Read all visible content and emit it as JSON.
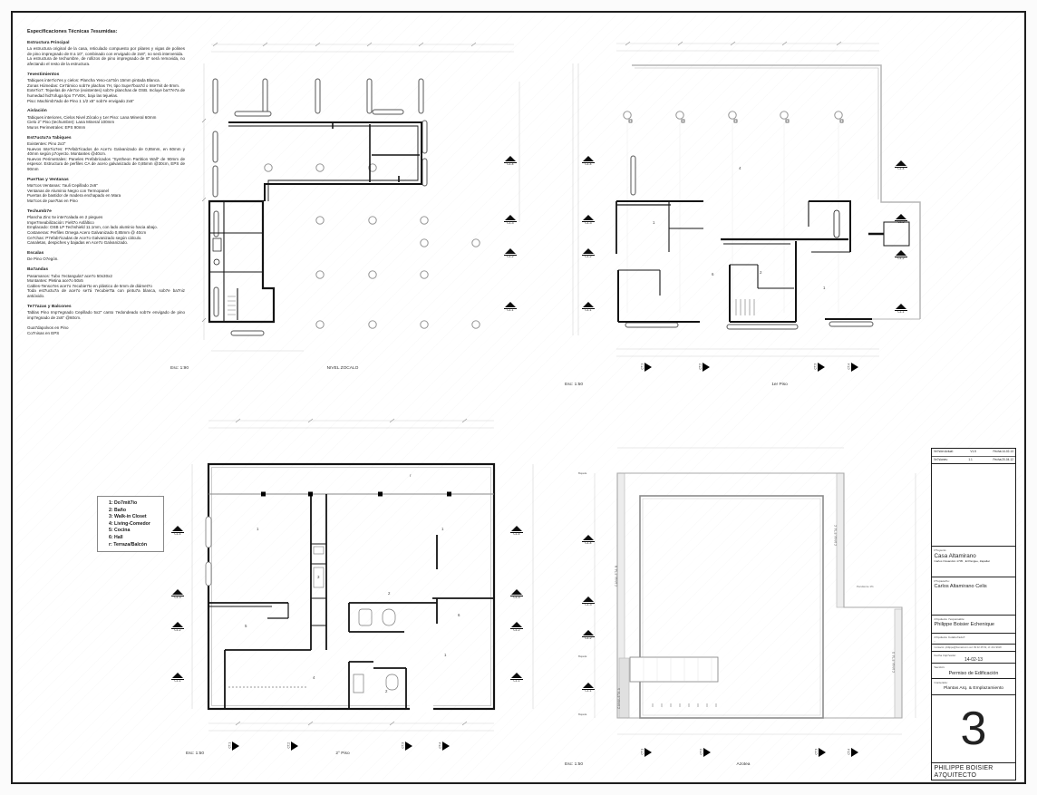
{
  "sheet": {
    "number": "3"
  },
  "specs": {
    "title": "Especificaciones Técnicas 7esumidas:",
    "sections": [
      {
        "heading": "Estructura Principal",
        "body": "La estructura original de la casa, reticulado compuesto por pilares y vigas de polines de pino impregnado de 8 a 10\", combinado con envigado de 2x8\", no será intervenida.\nLa estructura de techumbre, de rollizos de pino impregnado de 8\" será removida, no afectando el resto de la estructura."
      },
      {
        "heading": "7evestimientos",
        "body": "Tabiques inte7io7es y cielos: Plancha Yeso-ca7tón 15mm pintada Blanca.\nZonas Húmedas: Ce7ámico sob7e plachas 7H, tipo Supe7boa7d o Inte7nit de 8mm.\nExte7io7: Tejuelas de Ale7ce (existentes) sob7e planchas de OSB. Incluye ba77e7a de humedad hid7ofuga tipo TYVEK, bajo las tejuelas.\nPiso: Machimb7ado de Pino 1 1/2 x5\" sob7e envigado 2x6\""
      },
      {
        "heading": "Aislación",
        "body": "Tabiques interiores, Cielos Nivel Zócalo y 1er Piso: Lana Mineral 60mm\nCielo 2° Piso (techumbre): Lana Mineral 100mm\nMuros Perimetrales: EPS 90mm"
      },
      {
        "heading": "Est7uctu7a Tabiques",
        "body": "Existentes: Pino 2x3\"\nNuevos Inte7io7es: P7efab7icados de Ace7o Galvanizado de 0,85mm, en 60mm y 40mm según p7oyecto. Montantes @40cm.\nNuevos Perimetrales: Paneles Prefabricados \"Syntheon Partition Wall\" de 90mm de espesor. Estructura de perfiles CA de acero galvanizado de 0,85mm @30cm, EPS de 90mm"
      },
      {
        "heading": "Pue7tas y Ventanas",
        "body": "Ma7cos Ventanas: 7auli Cepillado 2x6\"\nVentanas de Aluminio Negro con Termopanel\nPuertas de bastidor de madera enchapado en Mara\nMa7cos de pue7tas en Pino"
      },
      {
        "heading": "Techumb7e",
        "body": "Plancha Zinc 5v inte7calada en 2 piegues\nImpe7meabilización: Fielt7o Asfáltico\nEmplacado: OSB LP Techshield 11.1mm, con lado aluminio hacia abajo.\nCostaneras: Perfiles Omega Acero Galvanizado 0,85mm @ 40cm\nCe7chas: P7efab7icadas de Ace7o Galvanizado según cálculo.\nCanaletas, despiches y bajadas en Ace7o Galvanizado."
      },
      {
        "heading": "Escalas",
        "body": "De Pino O7egón."
      },
      {
        "heading": "Ba7andas",
        "body": "Pasamanos: Tubo 7ectangula7 ace7o 50x30x2\nMontantes: Pletina ace7o 50x5\nCables-Tenso7es ace7o 7ecubie7to en plástico de 5mm de diámet7o\nToda est7uctu7a de ace7o se7á 7ecubie7ta con pintu7a blanca, sob7e ba7niz antióxido."
      },
      {
        "heading": "Te77azas y Balcones",
        "body": "Tablas Pino Imp7egnado Cepillado 5x2\" canto 7edondeado sob7e envigado de pino imp7egnado de 2x6\" @60cm.\n\nGua7dapolvos en Pino\nCo7nisas en EPS"
      }
    ]
  },
  "legend": {
    "items": [
      "1: Do7mit7io",
      "2: Baño",
      "3: Walk-in Closet",
      "4: Living-Comedor",
      "5: Cocina",
      "6: Hall",
      "r: Terraza/Balcón"
    ]
  },
  "plans": [
    {
      "title": "NIVEL ZOCALO",
      "scale": "Esc: 1:90",
      "rooms": []
    },
    {
      "title": "1er Piso",
      "scale": "Esc: 1:50",
      "rooms": [
        {
          "n": "4"
        },
        {
          "n": "1"
        },
        {
          "n": "6"
        },
        {
          "n": "2"
        },
        {
          "n": "1"
        }
      ]
    },
    {
      "title": "2° Piso",
      "scale": "Esc: 1:50",
      "rooms": [
        {
          "n": "r"
        },
        {
          "n": "1"
        },
        {
          "n": "1"
        },
        {
          "n": "3"
        },
        {
          "n": "2"
        },
        {
          "n": "6"
        },
        {
          "n": "5"
        },
        {
          "n": "4"
        },
        {
          "n": "1"
        },
        {
          "n": "2"
        }
      ]
    },
    {
      "title": "Azotea",
      "scale": "Esc: 1:50",
      "rooms": []
    }
  ],
  "markers": {
    "cl_labels": [
      "CL.4",
      "CL.3",
      "CL.2",
      "CL.1"
    ],
    "ct_labels": [
      "CT.1",
      "CT.2",
      "CT.3",
      "CT.4"
    ]
  },
  "azotea": {
    "canaleta_a": "CANALETA A",
    "canaleta_b": "CANALETA B",
    "canaleta_c": "CANALETA C",
    "canaleta_d": "CANALETA D",
    "bajada": "Bajada",
    "pendiente": "Pendiente 1%"
  },
  "titleblock": {
    "version_rows": [
      {
        "label": "Ve7sión Actual:",
        "value": "V1.5",
        "date": "Fecha:14-02-13"
      },
      {
        "label": "Ve7siones:",
        "value": "1.1",
        "date": "Fecha:20-04-12"
      }
    ],
    "project_label": "P7oyecto:",
    "project_name": "Casa Altamirano",
    "project_address": "Carlos Ossandón 1705 , El Pangue, Zapallar",
    "owner_label": "P7opieta7io:",
    "owner_name": "Carlos Altamirano Celis",
    "architect_label": "A7quitecto 7esponsable:",
    "architect_name": "Philippe Boisier Echenique",
    "collab_label": "A7quitecto Colabo7ado7:",
    "collab_value": "-",
    "contact": "Contacto: philippe@bsmail.com  cel: 09 02 45 52, of: 241 9918",
    "print_date_label": "Fecha Imp7esión:",
    "print_date": "14-02-13",
    "section_label": "Sección:",
    "section_value": "Permiso de Edificación",
    "content_label": "Contenido:",
    "content_value": "Plantas Arq. & Emplazamiento",
    "sheet_number": "3",
    "firm_name": "PHILIPPE BOISIER A7QUITECTO"
  }
}
